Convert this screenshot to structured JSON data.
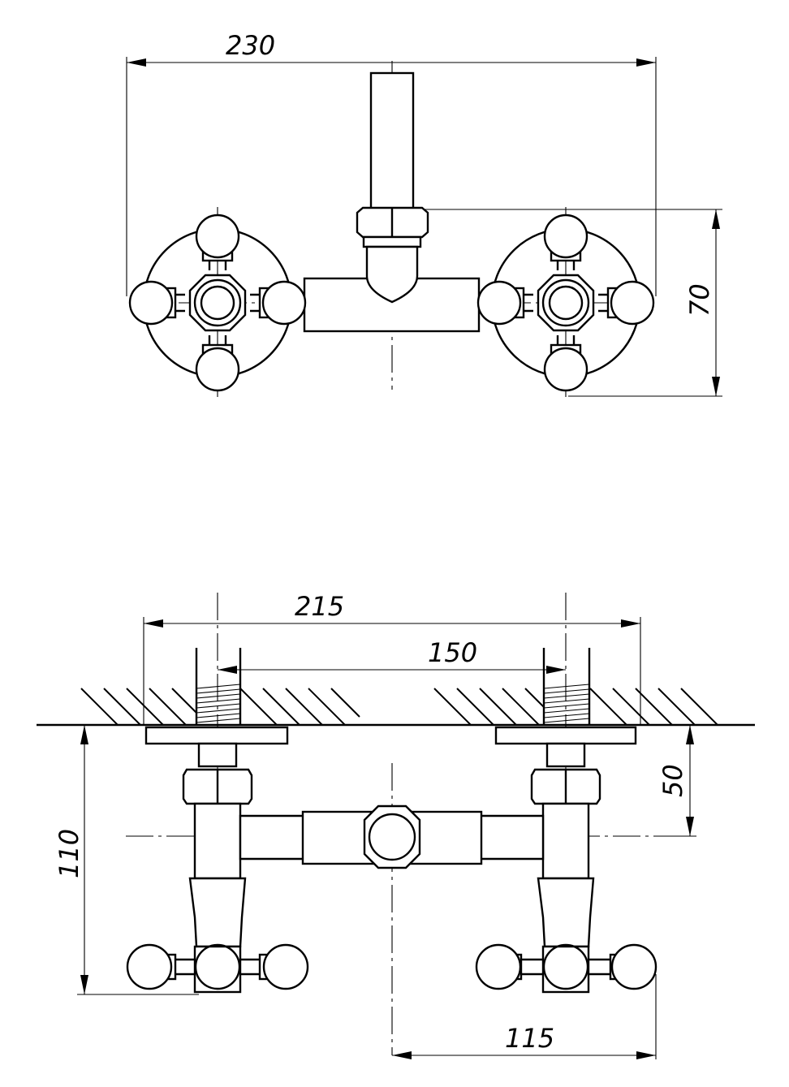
{
  "dimensions": {
    "total_width_top": "230",
    "height_top": "70",
    "total_width_side": "215",
    "center_distance": "150",
    "depth_to_axis": "50",
    "depth_total": "110",
    "spout_offset": "115"
  }
}
